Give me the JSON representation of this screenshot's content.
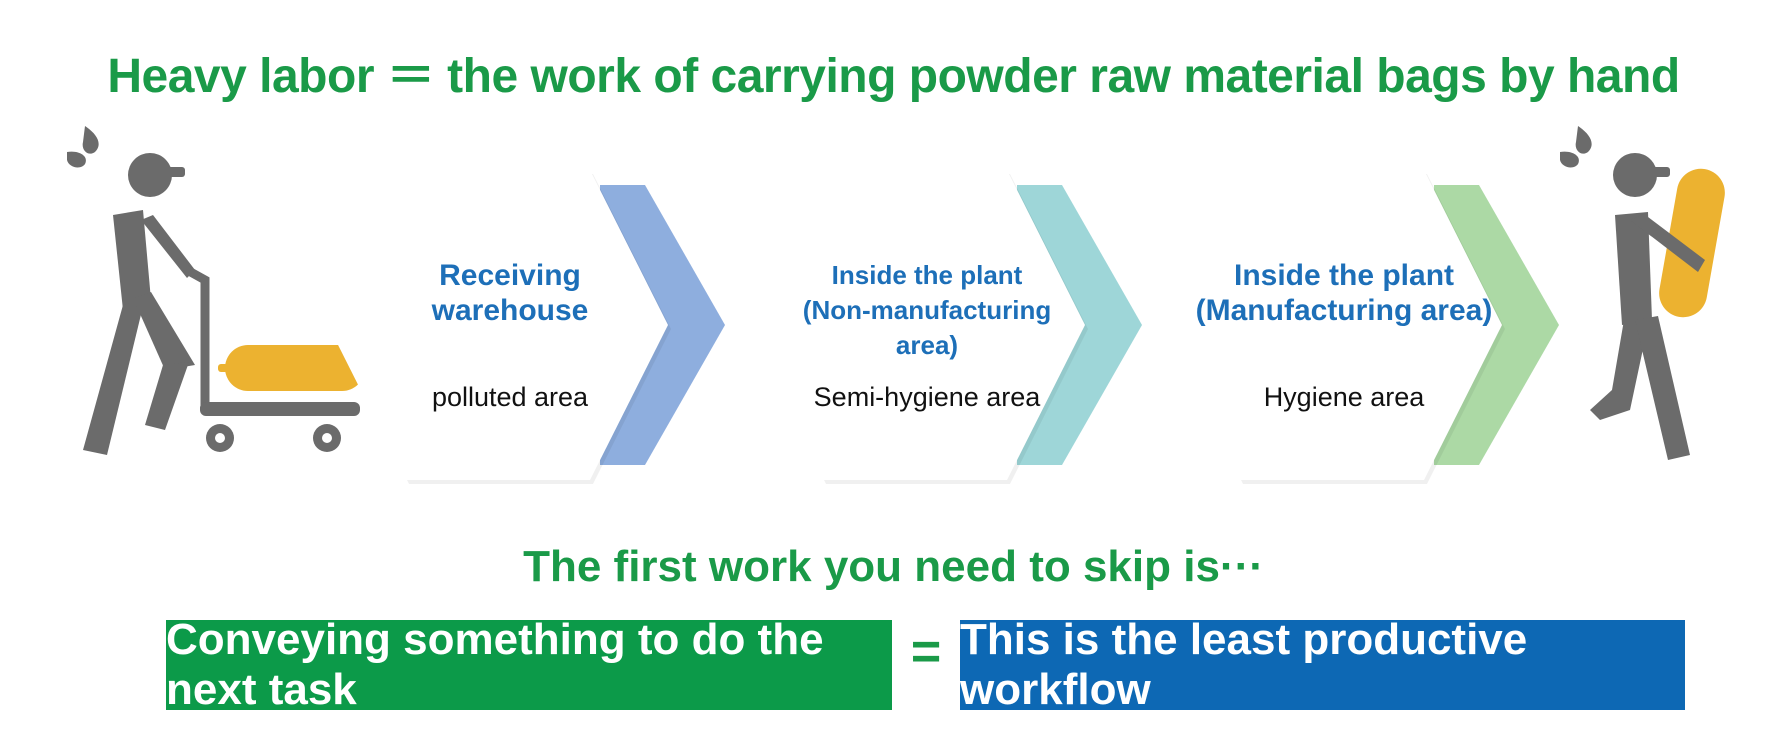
{
  "title": "Heavy labor ＝ the work of carrying powder raw material bags by hand",
  "stages": [
    {
      "title_lines": [
        "Receiving",
        "warehouse"
      ],
      "area": "polluted area",
      "chevron_color": "#8eaede"
    },
    {
      "title_lines": [
        "Inside the plant",
        "(Non-manufacturing area)"
      ],
      "area": "Semi-hygiene area",
      "chevron_color": "#9ed6d8"
    },
    {
      "title_lines": [
        "Inside the plant",
        "(Manufacturing area)"
      ],
      "area": "Hygiene area",
      "chevron_color": "#acd9a5"
    }
  ],
  "subtitle": "The first work you need to skip is···",
  "conclusion": {
    "left": "Conveying something to do the next task",
    "equals": "=",
    "right": "This is the least productive workflow"
  },
  "colors": {
    "heading_green": "#1a9a48",
    "stage_blue": "#1d6fb8",
    "box_green": "#0c9a49",
    "box_blue": "#0d68b4",
    "figure_gray": "#6b6b6b",
    "bag_yellow": "#ecb230"
  },
  "icons": [
    "worker-pushing-cart-icon",
    "worker-carrying-bag-icon",
    "sweat-drop-icon"
  ]
}
